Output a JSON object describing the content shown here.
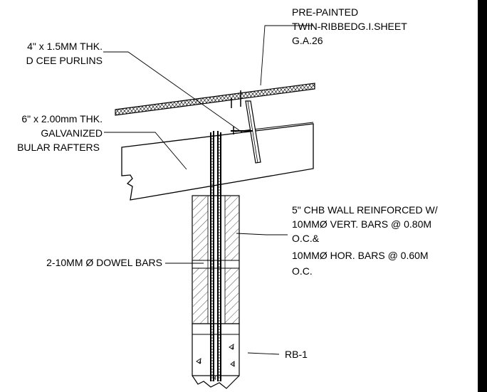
{
  "labels": {
    "sheet": [
      "PRE-PAINTED",
      "TWIN-RIBBEDG.I.SHEET",
      "G.A.26"
    ],
    "purlins": [
      "4\" x 1.5MM THK.",
      "D CEE PURLINS"
    ],
    "rafters": [
      "6\" x 2.00mm THK.",
      "GALVANIZED",
      "BULAR RAFTERS"
    ],
    "wall": [
      "5\" CHB WALL REINFORCED W/",
      "10MMØ VERT. BARS @ 0.80M",
      "O.C.&",
      "10MMØ HOR. BARS @ 0.60M",
      "O.C."
    ],
    "dowel": "2-10MM Ø DOWEL BARS",
    "rb": "RB-1",
    "tri_marks": [
      "4",
      "4",
      "4",
      "4"
    ]
  }
}
